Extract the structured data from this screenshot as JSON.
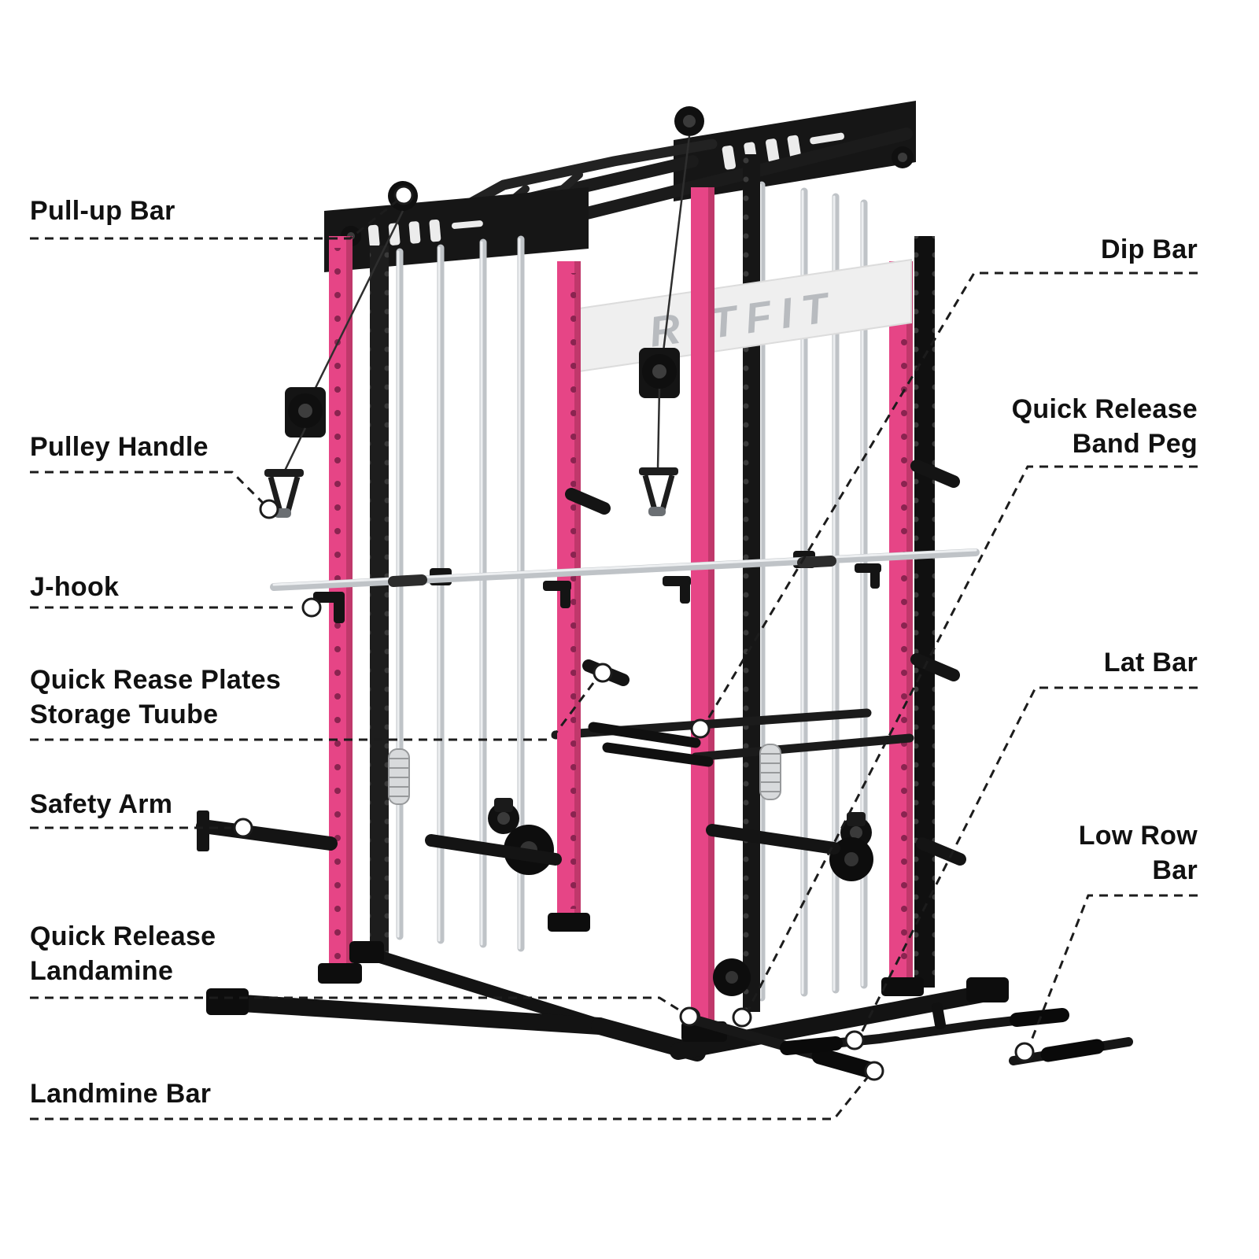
{
  "brand": {
    "logo_text": "RITFIT"
  },
  "colors": {
    "pink": "#e64586",
    "pink-shade": "#c0386b",
    "frame": "#161616",
    "chrome": "#bfc3c7",
    "chrome-highlight": "#edeff1",
    "logo-gray": "#b8bbbf",
    "plate-white": "#efefef",
    "label": "#111111",
    "leader": "#1c1c1c"
  },
  "callouts": [
    {
      "id": "pull-up-bar",
      "side": "left",
      "text": "Pull-up Bar"
    },
    {
      "id": "pulley-handle",
      "side": "left",
      "text": "Pulley Handle"
    },
    {
      "id": "j-hook",
      "side": "left",
      "text": "J-hook"
    },
    {
      "id": "plates-storage-tube",
      "side": "left",
      "text": "Quick Rease Plates\nStorage Tuube"
    },
    {
      "id": "safety-arm",
      "side": "left",
      "text": "Safety Arm"
    },
    {
      "id": "quick-release-landmine",
      "side": "left",
      "text": "Quick Release\nLandamine"
    },
    {
      "id": "landmine-bar",
      "side": "left",
      "text": "Landmine Bar"
    },
    {
      "id": "dip-bar",
      "side": "right",
      "text": "Dip Bar"
    },
    {
      "id": "quick-release-band-peg",
      "side": "right",
      "text": "Quick Release\nBand Peg"
    },
    {
      "id": "lat-bar",
      "side": "right",
      "text": "Lat Bar"
    },
    {
      "id": "low-row-bar",
      "side": "right",
      "text": "Low Row\nBar"
    }
  ]
}
